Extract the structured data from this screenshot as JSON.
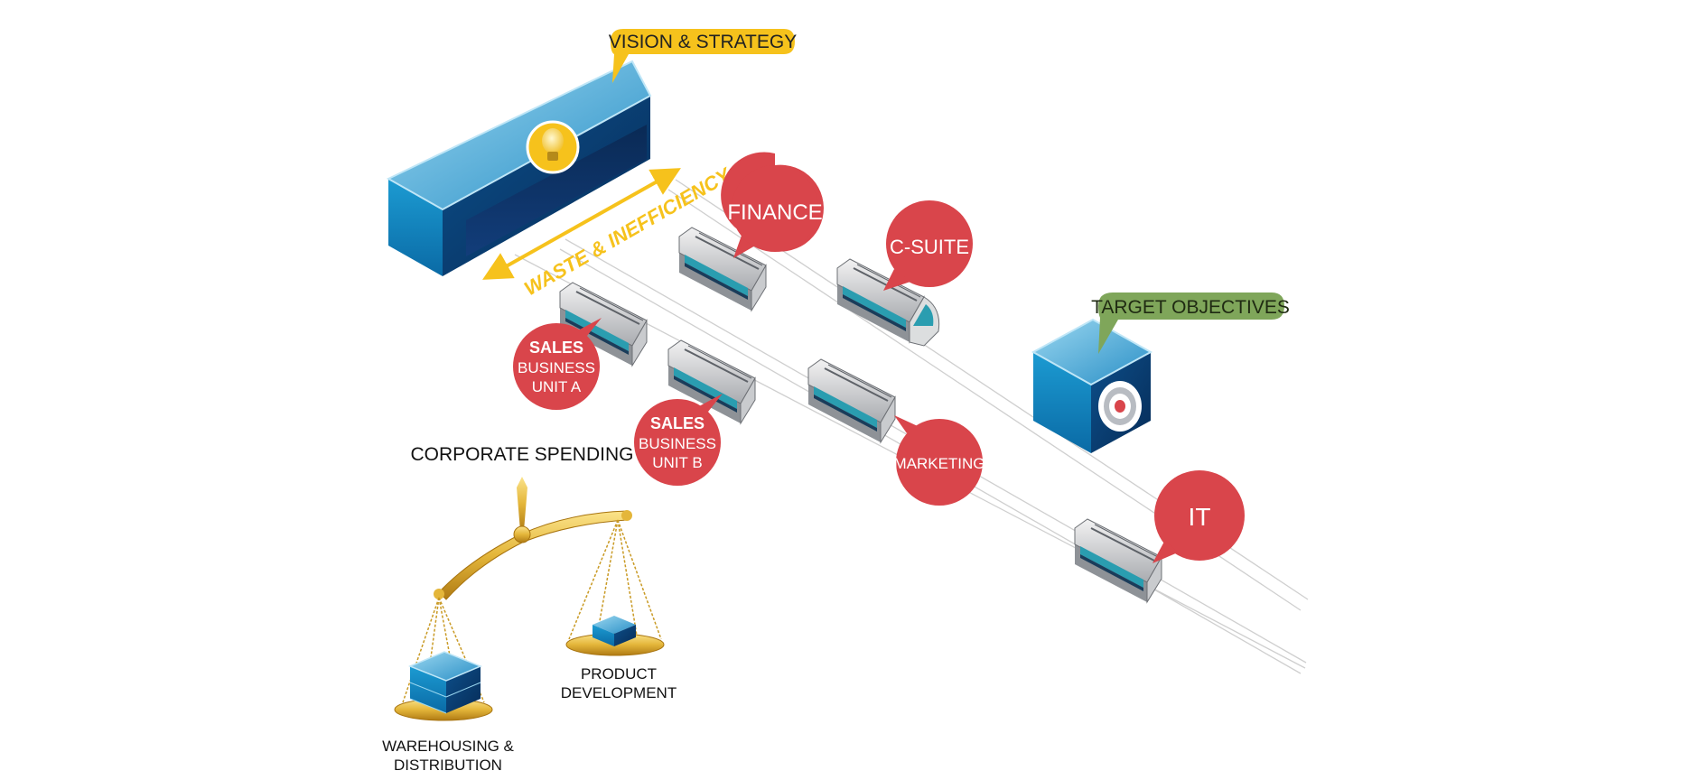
{
  "labels": {
    "vision_strategy": "VISION & STRATEGY",
    "waste": "WASTE & INEFFICIENCY",
    "target_objectives": "TARGET OBJECTIVES",
    "corporate_spending": "CORPORATE SPENDING",
    "product_development": [
      "PRODUCT",
      "DEVELOPMENT"
    ],
    "warehousing": [
      "WAREHOUSING &",
      "DISTRIBUTION"
    ]
  },
  "departments": {
    "finance": [
      "FINANCE"
    ],
    "csuite": [
      "C-SUITE"
    ],
    "sales_a": [
      "SALES",
      "BUSINESS",
      "UNIT A"
    ],
    "sales_b": [
      "SALES",
      "BUSINESS",
      "UNIT B"
    ],
    "marketing": [
      "MARKETING"
    ],
    "it": [
      "IT"
    ]
  },
  "colors": {
    "vision_bubble": "#f6c21c",
    "target_bubble": "#7fa65a",
    "department_pin": "#d9454b",
    "block_light": "#3aa9d6",
    "block_dark": "#0b3f73",
    "gold": "#e4b63a",
    "track": "#c8c8c8"
  },
  "icons": [
    "lightbulb-icon",
    "target-icon",
    "train-icon",
    "balance-scale-icon",
    "cargo-cube-icon"
  ]
}
